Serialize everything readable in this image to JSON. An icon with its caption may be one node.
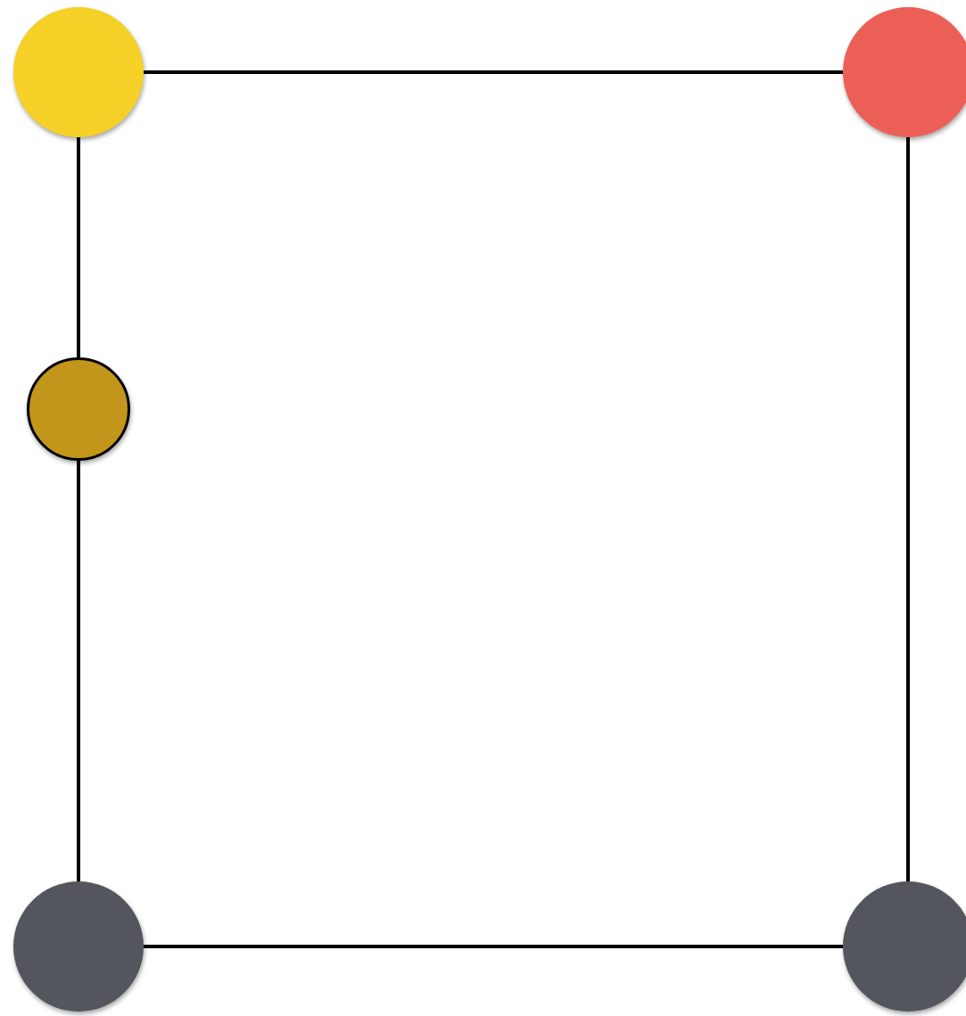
{
  "diagram": {
    "nodes": [
      {
        "text": [],
        "shape": "circle"
      },
      {
        "text": [],
        "shape": "circle"
      },
      {
        "text": [],
        "shape": "circle"
      },
      {
        "text": [],
        "shape": "circle"
      },
      {
        "text": [],
        "shape": "circle"
      }
    ],
    "edges": [
      {
        "from": 0,
        "to": 1,
        "arrow": "none"
      },
      {
        "from": 0,
        "to": 2,
        "arrow": "none"
      },
      {
        "from": 1,
        "to": 4,
        "arrow": "none"
      },
      {
        "from": 2,
        "to": 3,
        "arrow": "none"
      },
      {
        "from": 3,
        "to": 4,
        "arrow": "none"
      }
    ]
  }
}
